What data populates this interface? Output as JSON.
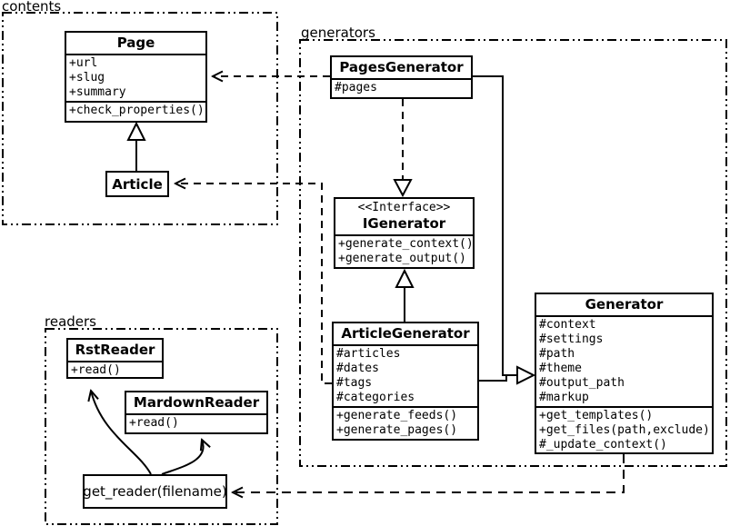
{
  "diagram": {
    "packages": {
      "contents": {
        "label": "contents"
      },
      "generators": {
        "label": "generators"
      },
      "readers": {
        "label": "readers"
      }
    },
    "classes": {
      "page": {
        "title": "Page",
        "attributes": [
          "+url",
          "+slug",
          "+summary"
        ],
        "methods": [
          "+check_properties()"
        ]
      },
      "article": {
        "title": "Article"
      },
      "pages_generator": {
        "title": "PagesGenerator",
        "attributes": [
          "#pages"
        ]
      },
      "igenerator": {
        "stereotype": "<<Interface>>",
        "title": "IGenerator",
        "methods": [
          "+generate_context()",
          "+generate_output()"
        ]
      },
      "article_generator": {
        "title": "ArticleGenerator",
        "attributes": [
          "#articles",
          "#dates",
          "#tags",
          "#categories"
        ],
        "methods": [
          "+generate_feeds()",
          "+generate_pages()"
        ]
      },
      "generator": {
        "title": "Generator",
        "attributes": [
          "#context",
          "#settings",
          "#path",
          "#theme",
          "#output_path",
          "#markup"
        ],
        "methods": [
          "+get_templates()",
          "+get_files(path,exclude)",
          "#_update_context()"
        ]
      },
      "rst_reader": {
        "title": "RstReader",
        "methods": [
          "+read()"
        ]
      },
      "mardown_reader": {
        "title": "MardownReader",
        "methods": [
          "+read()"
        ]
      },
      "get_reader": {
        "label": "get_reader(filename)"
      }
    },
    "colors": {
      "line": "#000000",
      "background": "#ffffff",
      "box_fill": "#ffffff"
    }
  }
}
